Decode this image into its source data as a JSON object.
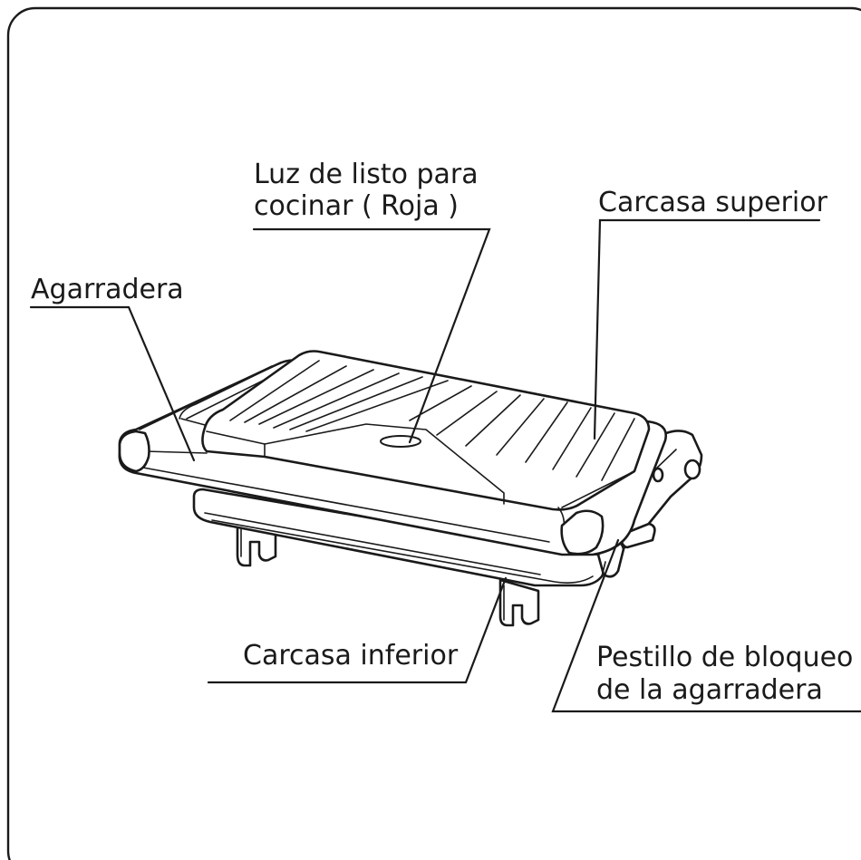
{
  "labels": {
    "ready_light_line1": "Luz de listo para",
    "ready_light_line2": "cocinar ( Roja )",
    "upper_housing": "Carcasa superior",
    "handle": "Agarradera",
    "lower_housing": "Carcasa inferior",
    "latch_line1": "Pestillo de bloqueo",
    "latch_line2": "de la agarradera"
  }
}
